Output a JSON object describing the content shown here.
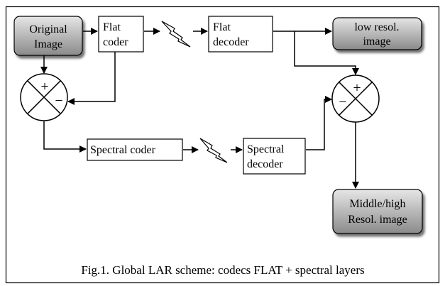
{
  "blocks": {
    "original_image": [
      "Original",
      "Image"
    ],
    "flat_coder": [
      "Flat",
      "coder"
    ],
    "flat_decoder": [
      "Flat",
      "decoder"
    ],
    "low_resol_image": [
      "low resol.",
      "image"
    ],
    "spectral_coder": "Spectral coder",
    "spectral_decoder": [
      "Spectral",
      "decoder"
    ],
    "middle_high_image": [
      "Middle/high",
      "Resol. image"
    ]
  },
  "operators": {
    "left": {
      "plus": "+",
      "minus": "−"
    },
    "right": {
      "plus": "+",
      "minus": "−"
    }
  },
  "caption": "Fig.1. Global LAR scheme: codecs FLAT + spectral layers",
  "icons": [
    "lightning-bolt-icon",
    "lightning-bolt-icon"
  ]
}
